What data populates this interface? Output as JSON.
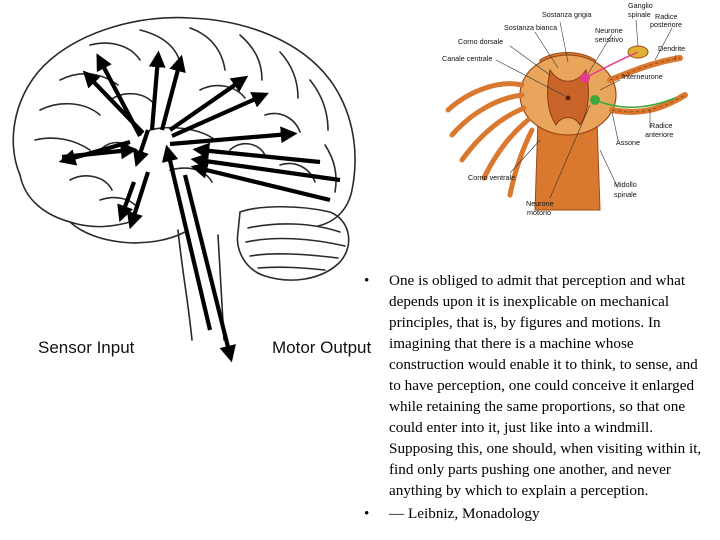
{
  "brain_diagram": {
    "left_label": "Sensor Input",
    "right_label": "Motor Output"
  },
  "spinal_diagram": {
    "labels": {
      "sostanza_grigia": "Sostanza grigia",
      "ganglio_1": "Ganglio",
      "ganglio_2": "spinale",
      "radice_post_1": "Radice",
      "radice_post_2": "posteriore",
      "sostanza_bianca": "Sostanza bianca",
      "neurone_sens_1": "Neurone",
      "neurone_sens_2": "sensitivo",
      "corno_dorsale": "Corno dorsale",
      "canale_centrale": "Canale centrale",
      "dendrite": "Dendrite",
      "interneurone": "Interneurone",
      "radice_ant_1": "Radice",
      "radice_ant_2": "anteriore",
      "assone": "Assone",
      "corno_ventrale": "Corno ventrale",
      "midollo_1": "Midollo",
      "midollo_2": "spinale",
      "neurone_mot_1": "Neurone",
      "neurone_mot_2": "motorio"
    }
  },
  "quote": {
    "bullet": "•",
    "items": [
      "One is obliged to admit that perception and what depends upon it is inexplicable on mechanical principles, that is, by figures and motions. In imagining that there is a machine whose construction would enable it to think, to sense, and to have perception, one could conceive it enlarged while retaining the same proportions, so that one could enter into it, just like into a windmill. Supposing this, one should, when visiting within it, find only parts pushing one another, and never anything by which to explain a perception.",
      "— Leibniz, Monadology"
    ]
  },
  "colors": {
    "arrow": "#000000",
    "outline": "#2a2a2a",
    "spinal_orange": "#d9782e",
    "spinal_dark": "#9a4a16",
    "neuron_pink": "#e83a8c",
    "neuron_green": "#3aa83a"
  }
}
